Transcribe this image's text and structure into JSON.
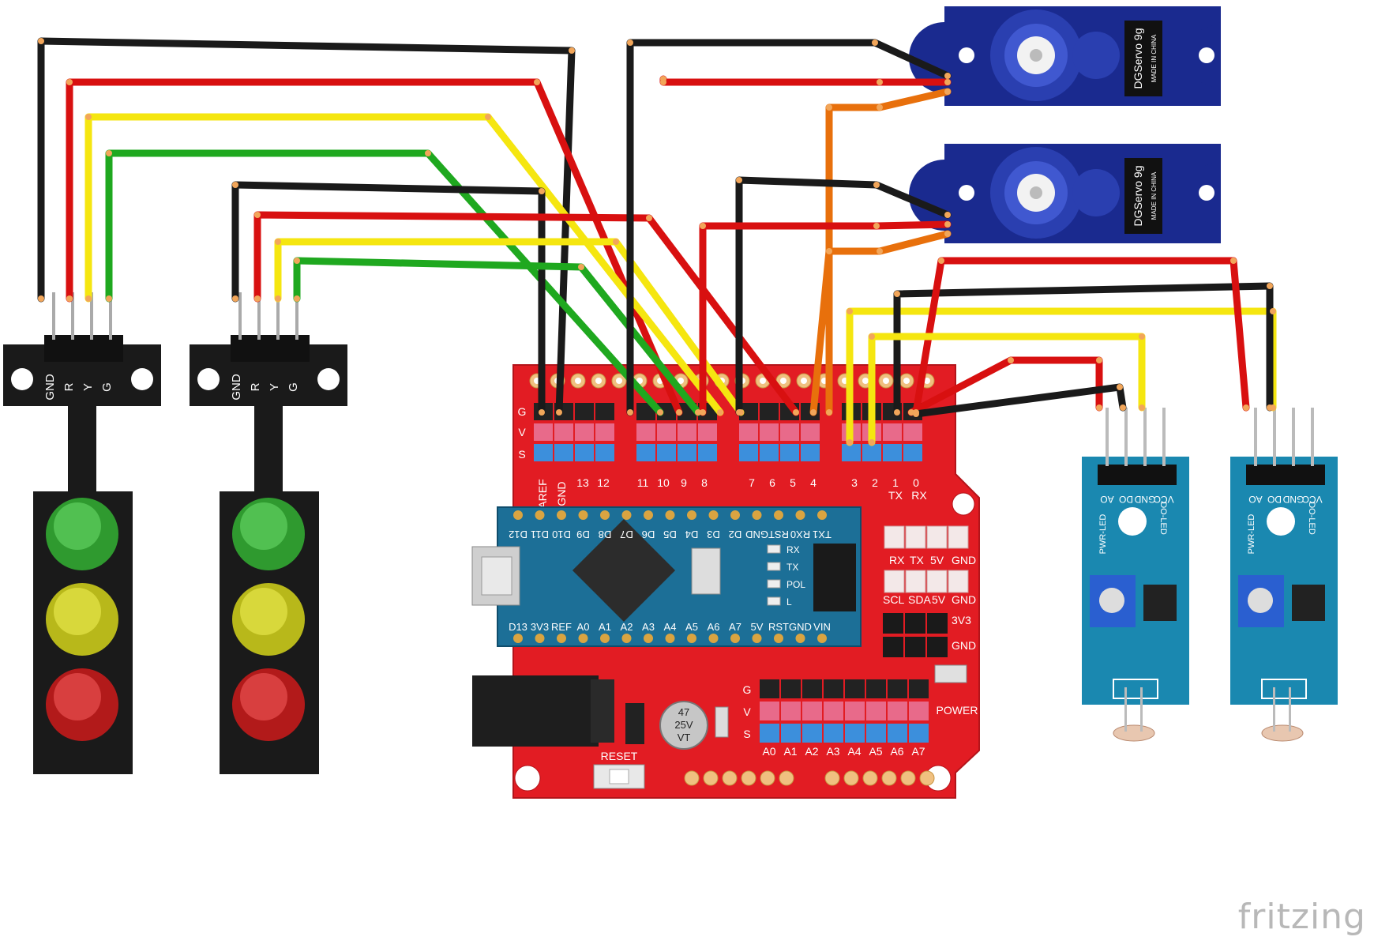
{
  "traffic_lights": [
    {
      "pins": [
        "GND",
        "R",
        "Y",
        "G"
      ]
    },
    {
      "pins": [
        "GND",
        "R",
        "Y",
        "G"
      ]
    }
  ],
  "servos": [
    {
      "label": "DGServo 9g",
      "sublabel": "MADE IN CHINA"
    },
    {
      "label": "DGServo 9g",
      "sublabel": "MADE IN CHINA"
    }
  ],
  "ldr_modules": [
    {
      "pins": [
        "AO",
        "DO",
        "GND",
        "VCC"
      ],
      "led1": "PWR-LED",
      "led2": "DO-LED"
    },
    {
      "pins": [
        "AO",
        "DO",
        "GND",
        "VCC"
      ],
      "led1": "PWR-LED",
      "led2": "DO-LED"
    }
  ],
  "shield": {
    "row_labels": [
      "G",
      "V",
      "S"
    ],
    "top_labels": [
      "AREF",
      "GND",
      "13",
      "12",
      "11",
      "10",
      "9",
      "8",
      "7",
      "6",
      "5",
      "4",
      "3",
      "2",
      "1",
      "0"
    ],
    "tx": "TX",
    "rx": "RX",
    "uart_labels": [
      "RX",
      "TX",
      "5V",
      "GND"
    ],
    "i2c_labels": [
      "SCL",
      "SDA",
      "5V",
      "GND"
    ],
    "v33": "3V3",
    "gnd": "GND",
    "analog_labels": [
      "A0",
      "A1",
      "A2",
      "A3",
      "A4",
      "A5",
      "A6",
      "A7"
    ],
    "power": "POWER",
    "reset": "RESET",
    "cap_lines": [
      "47",
      "25V",
      "VT"
    ]
  },
  "nano": {
    "top_pins": [
      "D12",
      "D11",
      "D10",
      "D9",
      "D8",
      "D7",
      "D6",
      "D5",
      "D4",
      "D3",
      "D2",
      "GND",
      "RST",
      "RX0",
      "TX1"
    ],
    "bottom_pins": [
      "D13",
      "3V3",
      "REF",
      "A0",
      "A1",
      "A2",
      "A3",
      "A4",
      "A5",
      "A6",
      "A7",
      "5V",
      "RST",
      "GND",
      "VIN"
    ],
    "leds": [
      "RX",
      "TX",
      "POL",
      "L"
    ]
  },
  "watermark": "fritzing"
}
